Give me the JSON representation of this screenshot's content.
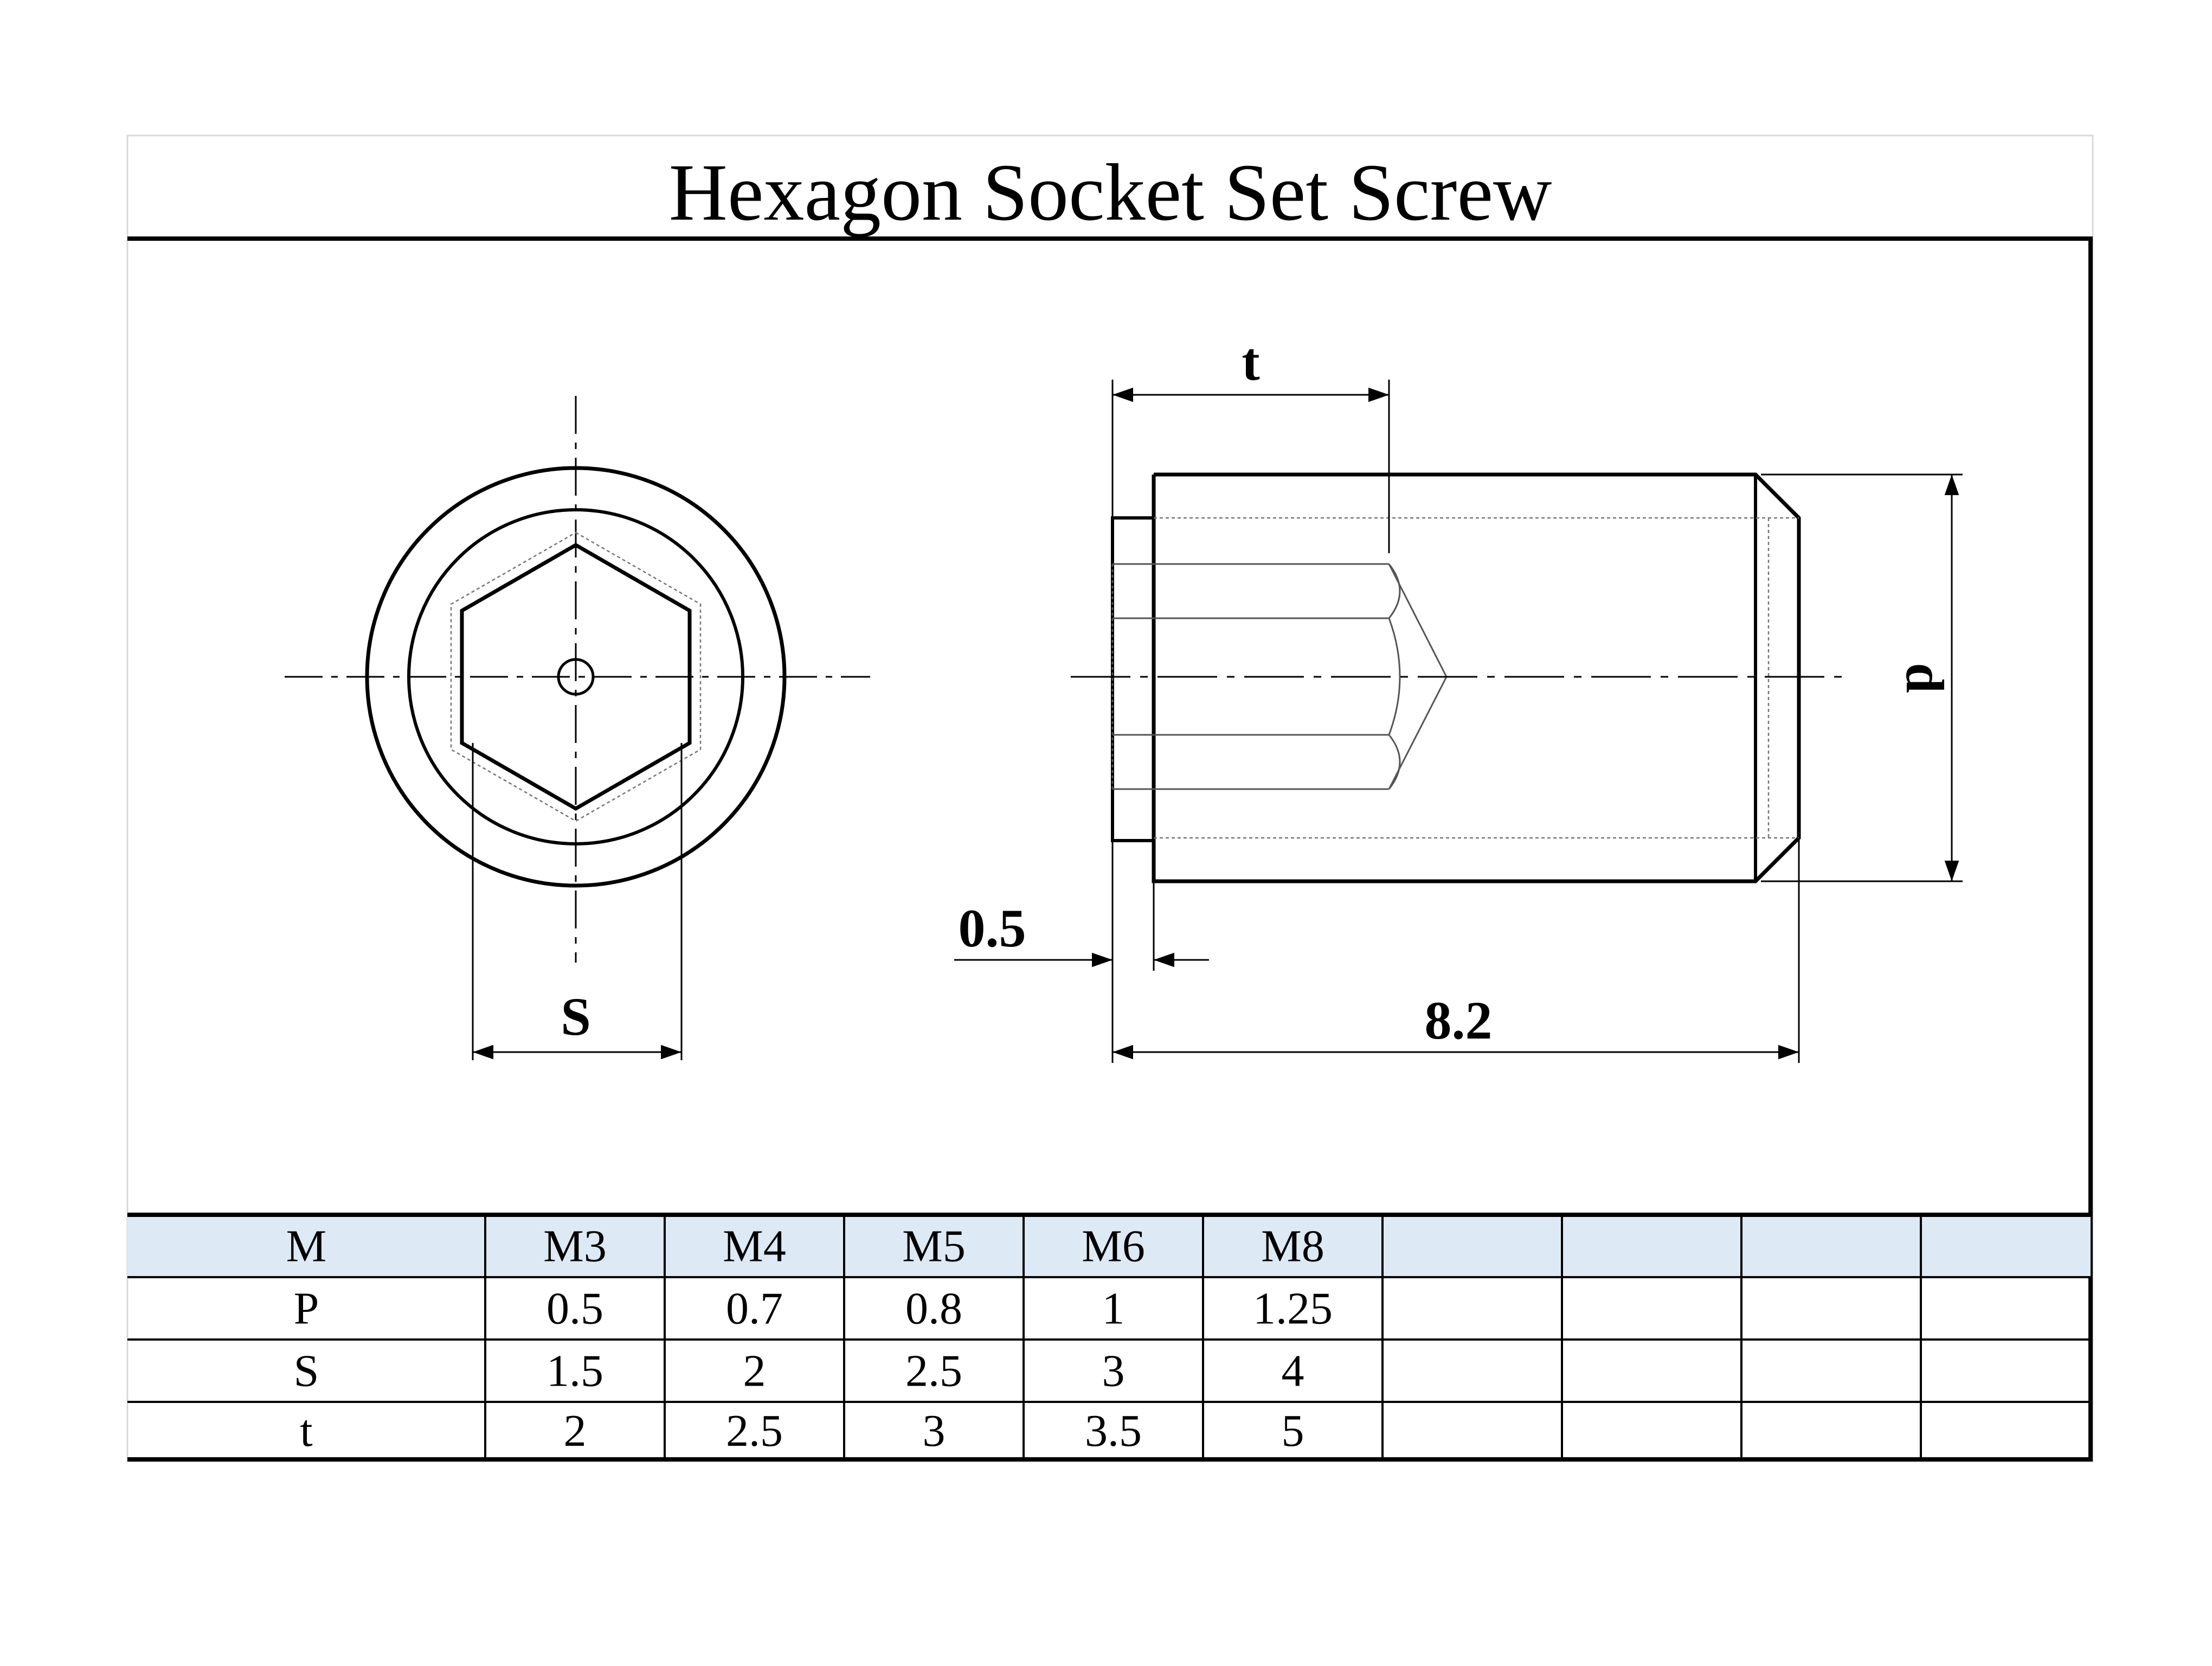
{
  "title": "Hexagon Socket Set Screw",
  "labels": {
    "s_dim": "S",
    "t_dim": "t",
    "d_dim": "d",
    "cup_depth": "0.5",
    "length": "8.2"
  },
  "spec_table": {
    "header": [
      "M",
      "M3",
      "M4",
      "M5",
      "M6",
      "M8",
      "",
      "",
      "",
      ""
    ],
    "rows": [
      [
        "P",
        "0.5",
        "0.7",
        "0.8",
        "1",
        "1.25",
        "",
        "",
        "",
        ""
      ],
      [
        "S",
        "1.5",
        "2",
        "2.5",
        "3",
        "4",
        "",
        "",
        "",
        ""
      ],
      [
        "t",
        "2",
        "2.5",
        "3",
        "3.5",
        "5",
        "",
        "",
        "",
        ""
      ]
    ]
  },
  "colors": {
    "line": "#000000",
    "hidden_line": "#555555",
    "header_fill": "#dde9f5",
    "frame_light": "#d9d9d9"
  }
}
